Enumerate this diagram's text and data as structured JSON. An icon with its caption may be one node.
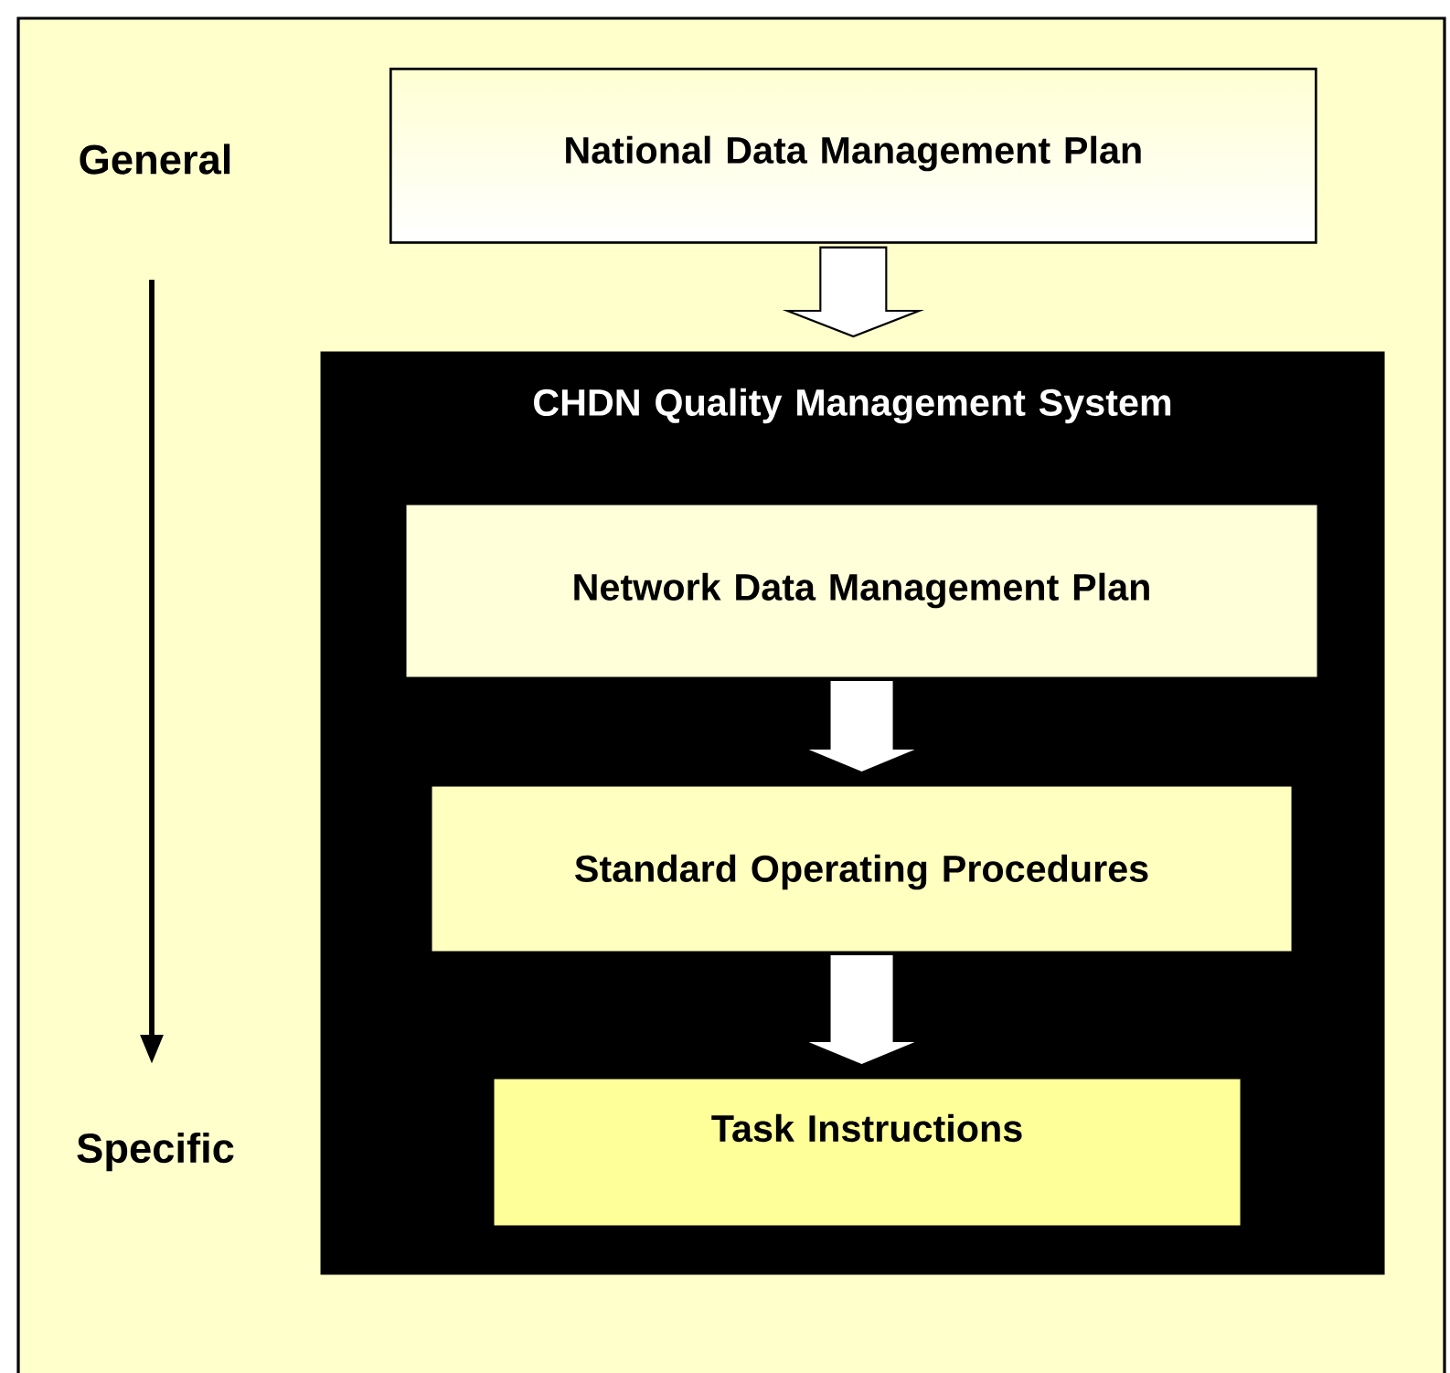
{
  "diagram": {
    "nodes": [
      {
        "text": [
          "National Data Management Plan"
        ]
      },
      {
        "text": [
          "CHDN Quality Management System"
        ]
      },
      {
        "text": [
          "Network Data Management Plan"
        ],
        "in": 1
      },
      {
        "text": [
          "Standard Operating Procedures"
        ],
        "in": 1
      },
      {
        "text": [
          "Task Instructions"
        ],
        "in": 1
      }
    ],
    "edges": [
      {
        "from": 0,
        "to": 1,
        "arrow": "to"
      },
      {
        "from": 2,
        "to": 3,
        "arrow": "to"
      },
      {
        "from": 3,
        "to": 4,
        "arrow": "to"
      }
    ],
    "labels": [
      "General",
      "Specific"
    ]
  }
}
